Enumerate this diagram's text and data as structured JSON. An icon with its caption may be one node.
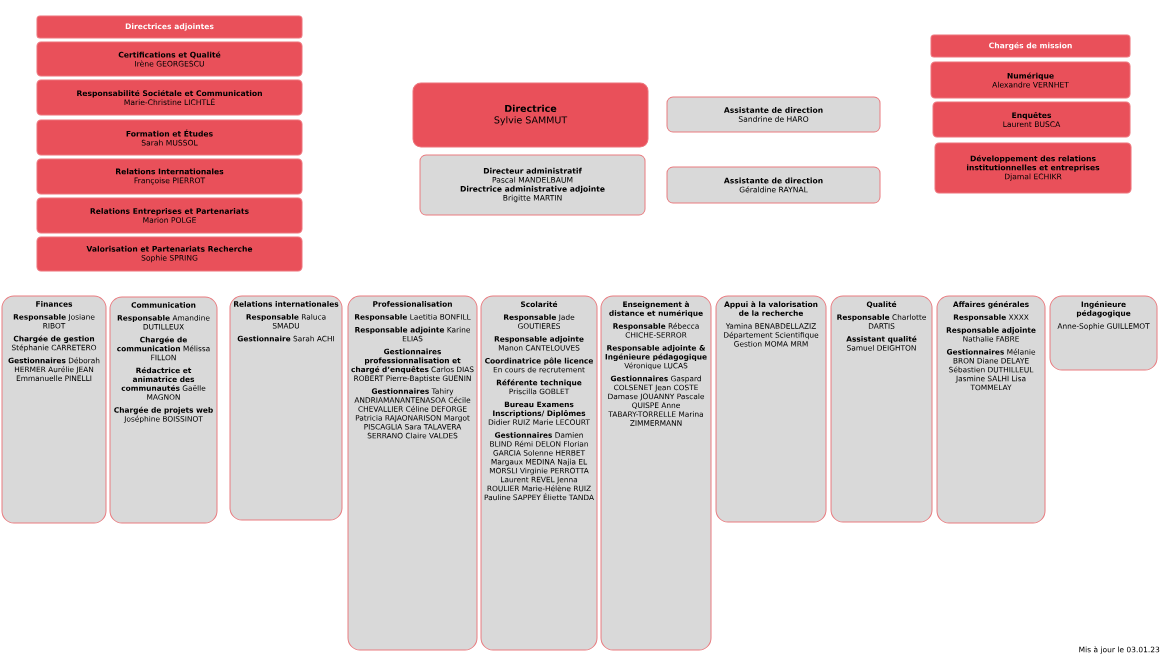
{
  "diagram": {
    "nodes": [
      {
        "text": [
          "Directrices adjointes"
        ]
      },
      {
        "text": [
          "Certifications et Qualité",
          "Irène GEORGESCU"
        ]
      },
      {
        "text": [
          "Responsabilité Sociétale et Communication",
          "Marie-Christine LICHTLÉ"
        ]
      },
      {
        "text": [
          "Formation et Études",
          "Sarah MUSSOL"
        ]
      },
      {
        "text": [
          "Relations Internationales",
          "Françoise PIERROT"
        ]
      },
      {
        "text": [
          "Relations Entreprises et Partenariats",
          "Marion POLGE"
        ]
      },
      {
        "text": [
          "Valorisation et Partenariats Recherche",
          "Sophie SPRING"
        ]
      },
      {
        "text": [
          "Directrice",
          "Sylvie SAMMUT"
        ]
      },
      {
        "text": [
          "Directeur administratif",
          "Pascal MANDELBAUM",
          "Directrice administrative adjointe",
          "Brigitte MARTIN"
        ]
      },
      {
        "text": [
          "Assistante de direction",
          "Sandrine de HARO"
        ]
      },
      {
        "text": [
          "Assistante de direction",
          "Géraldine RAYNAL"
        ]
      },
      {
        "text": [
          "Chargés de mission"
        ]
      },
      {
        "text": [
          "Numérique",
          "Alexandre VERNHET"
        ]
      },
      {
        "text": [
          "Enquêtes",
          "Laurent BUSCA"
        ]
      },
      {
        "text": [
          "Développement des relations institutionnelles et entreprises",
          "Djamal ECHIKR"
        ]
      },
      {
        "text": [
          "Finances",
          "**Responsable** Josiane RIBOT",
          "**Chargée de gestion** Stéphanie CARRETERO",
          "**Gestionnaires** Déborah HERMER Aurélie JEAN Emmanuelle PINELLI"
        ]
      },
      {
        "text": [
          "Communication",
          "**Responsable** Amandine DUTILLEUX",
          "**Chargée de communication** Mélissa FILLON",
          "**Rédactrice et animatrice des communautés** Gaëlle MAGNON",
          "**Chargée de projets web** Joséphine BOISSINOT"
        ]
      },
      {
        "text": [
          "Relations internationales",
          "**Responsable** Raluca SMADU",
          "**Gestionnaire** Sarah ACHI"
        ]
      },
      {
        "text": [
          "Professionalisation",
          "**Responsable** Laetitia BONFILL",
          "**Responsable adjointe** Karine ELIAS",
          "**Gestionnaires professionnalisation et chargé d’enquêtes** Carlos DIAS ROBERT Pierre-Baptiste GUENIN",
          "**Gestionnaires** Tahiry ANDRIAMANANTENASOA Cécile CHEVALLIER Céline DEFORGE Patricia RAJAONARISON Margot PISCAGLIA Sara TALAVERA SERRANO Claire VALDES"
        ]
      },
      {
        "text": [
          "Scolarité",
          "**Responsable** Jade GOUTIERES",
          "**Responsable adjointe** Manon CANTELOUVES",
          "**Coordinatrice pôle licence** En cours de recrutement",
          "**Référente technique** Priscilla GOBLET",
          "**Bureau Examens Inscriptions/ Diplômes** Didier RUIZ Marie LECOURT",
          "**Gestionnaires** Damien BLIND Rémi DELON Florian GARCIA Solenne HERBET Margaux MEDINA Najia EL MORSLI Virginie PERROTTA Laurent REVEL Jenna ROULIER Marie-Hélène RUIZ Pauline SAPPEY Éliette TANDA"
        ]
      },
      {
        "text": [
          "Enseignement à distance et numérique",
          "**Responsable** Rébecca CHICHE-SERROR",
          "**Responsable adjointe & Ingénieure pédagogique** Véronique LUCAS",
          "**Gestionnaires** Gaspard COLSENET Jean COSTE Damase JOUANNY Pascale QUISPE Anne TABARY-TORRELLE Marina ZIMMERMANN"
        ]
      },
      {
        "text": [
          "Appui à la valorisation de la recherche",
          "Yamina BENABDELLAZIZ Département Scientifique Gestion MOMA MRM"
        ]
      },
      {
        "text": [
          "Qualité",
          "**Responsable** Charlotte DARTIS",
          "**Assistant qualité** Samuel DEIGHTON"
        ]
      },
      {
        "text": [
          "Affaires générales",
          "**Responsable** XXXX",
          "**Responsable adjointe** Nathalie FABRE",
          "**Gestionnaires** Mélanie BRON Diane DELAYE Sébastien DUTHILLEUL Jasmine SALHI Lisa TOMMELAY"
        ]
      },
      {
        "text": [
          "Ingénieure pédagogique",
          "Anne-Sophie GUILLEMOT"
        ]
      }
    ],
    "labels": [
      "Mis à jour le 03.01.23"
    ]
  }
}
